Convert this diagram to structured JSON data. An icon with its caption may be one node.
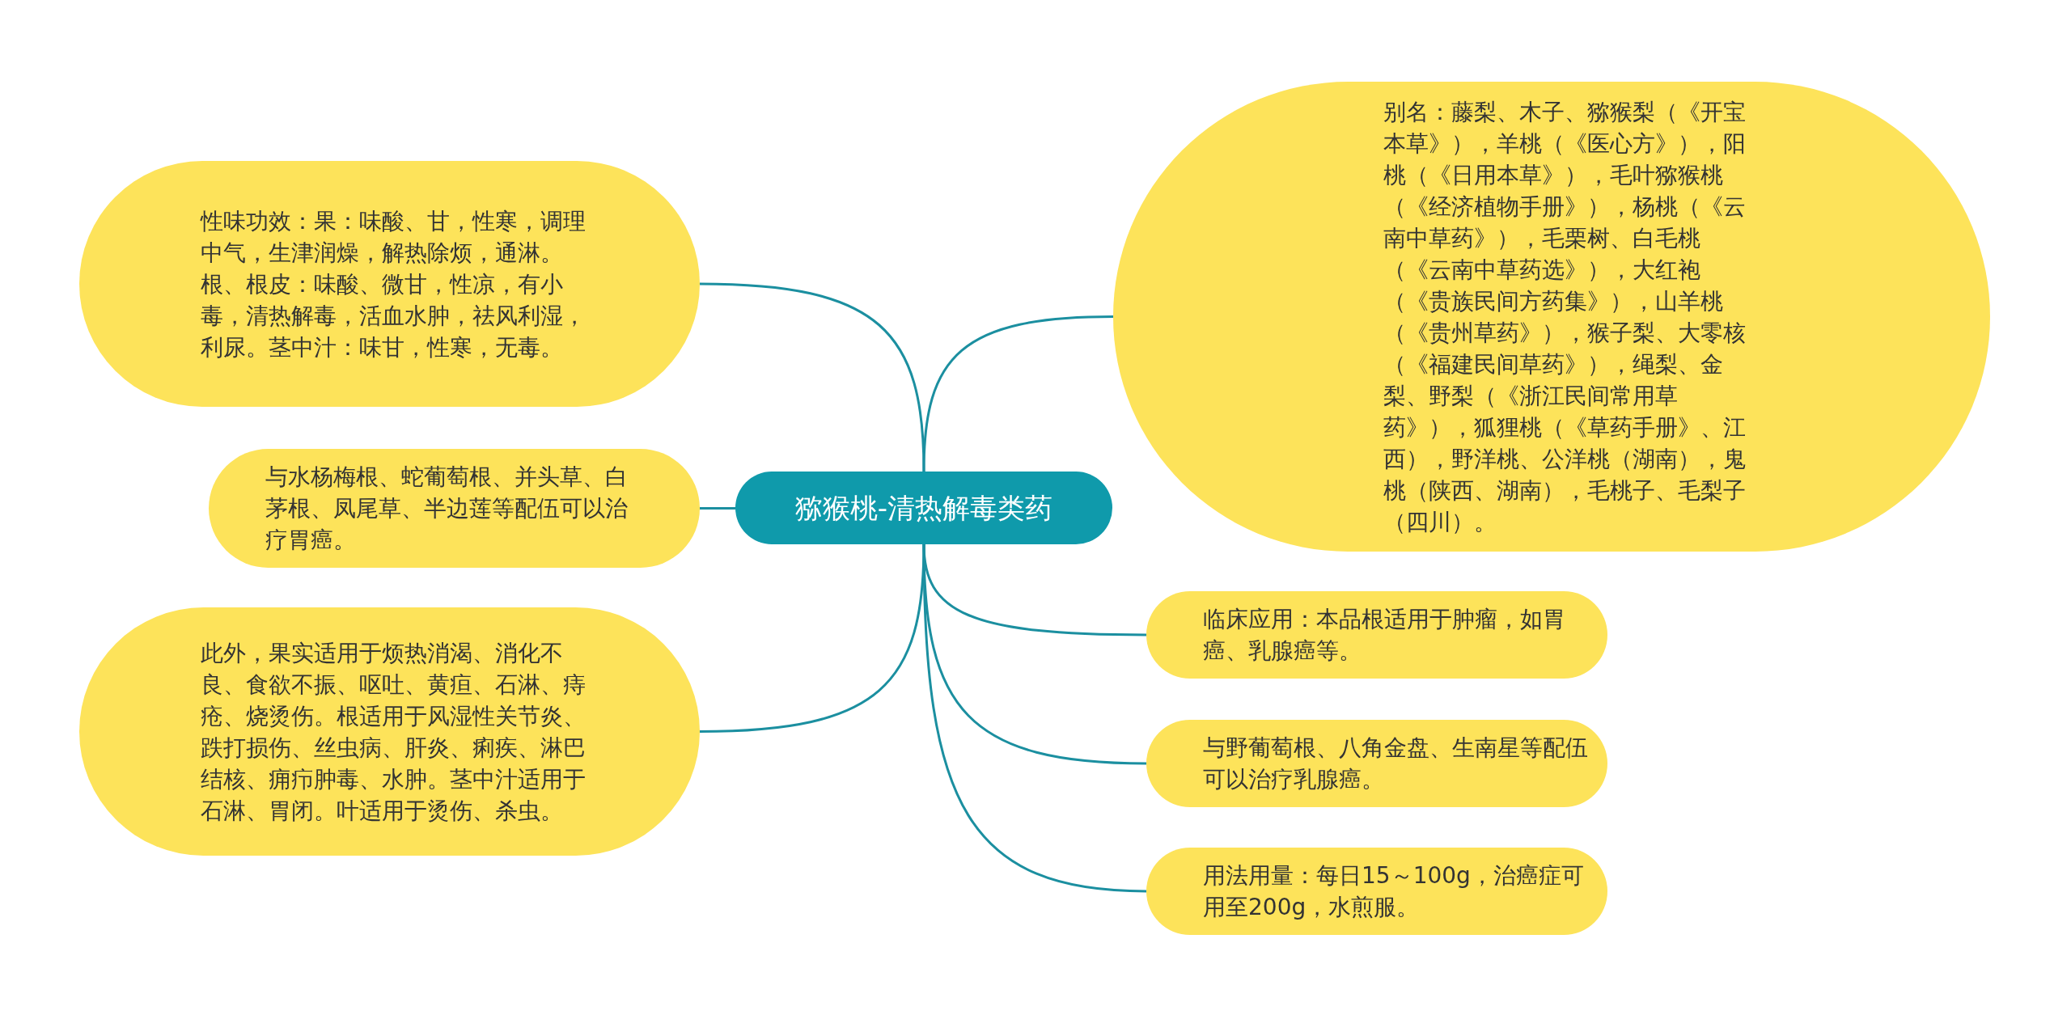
{
  "diagram": {
    "nodes": [
      {
        "text": [
          "性味功效：果：味酸、甘，性寒，调理中气，生津润燥，解热除烦，通淋。根、根皮：味酸、微甘，性凉，有小毒，清热解毒，活血水肿，祛风利湿，利尿。茎中汁：味甘，性寒，无毒。"
        ]
      },
      {
        "text": [
          "与水杨梅根、蛇葡萄根、并头草、白茅根、凤尾草、半边莲等配伍可以治疗胃癌。"
        ]
      },
      {
        "text": [
          "此外，果实适用于烦热消渴、消化不良、食欲不振、呕吐、黄疸、石淋、痔疮、烧烫伤。根适用于风湿性关节炎、跌打损伤、丝虫病、肝炎、痢疾、淋巴结核、痈疖肿毒、水肿。茎中汁适用于石淋、胃闭。叶适用于烫伤、杀虫。"
        ]
      },
      {
        "text": [
          "猕猴桃-清热解毒类药"
        ]
      },
      {
        "text": [
          "别名：藤梨、木子、猕猴梨（《开宝本草》），羊桃（《医心方》），阳桃（《日用本草》），毛叶猕猴桃（《经济植物手册》），杨桃（《云南中草药》），毛栗树、白毛桃（《云南中草药选》），大红袍（《贵族民间方药集》），山羊桃（《贵州草药》），猴子梨、大零核（《福建民间草药》），绳梨、金梨、野梨（《浙江民间常用草药》），狐狸桃（《草药手册》、江西），野洋桃、公洋桃（湖南），鬼桃（陕西、湖南），毛桃子、毛梨子（四川）。"
        ]
      },
      {
        "text": [
          "临床应用：本品根适用于肿瘤，如胃癌、乳腺癌等。"
        ]
      },
      {
        "text": [
          "与野葡萄根、八角金盘、生南星等配伍可以治疗乳腺癌。"
        ]
      },
      {
        "text": [
          "用法用量：每日15～100g，治癌症可用至200g，水煎服。"
        ]
      }
    ],
    "edges": [
      {
        "from": 3,
        "to": 0,
        "arrow": "none"
      },
      {
        "from": 3,
        "to": 1,
        "arrow": "none"
      },
      {
        "from": 3,
        "to": 2,
        "arrow": "none"
      },
      {
        "from": 3,
        "to": 4,
        "arrow": "none"
      },
      {
        "from": 3,
        "to": 5,
        "arrow": "none"
      },
      {
        "from": 3,
        "to": 6,
        "arrow": "none"
      },
      {
        "from": 3,
        "to": 7,
        "arrow": "none"
      }
    ]
  }
}
